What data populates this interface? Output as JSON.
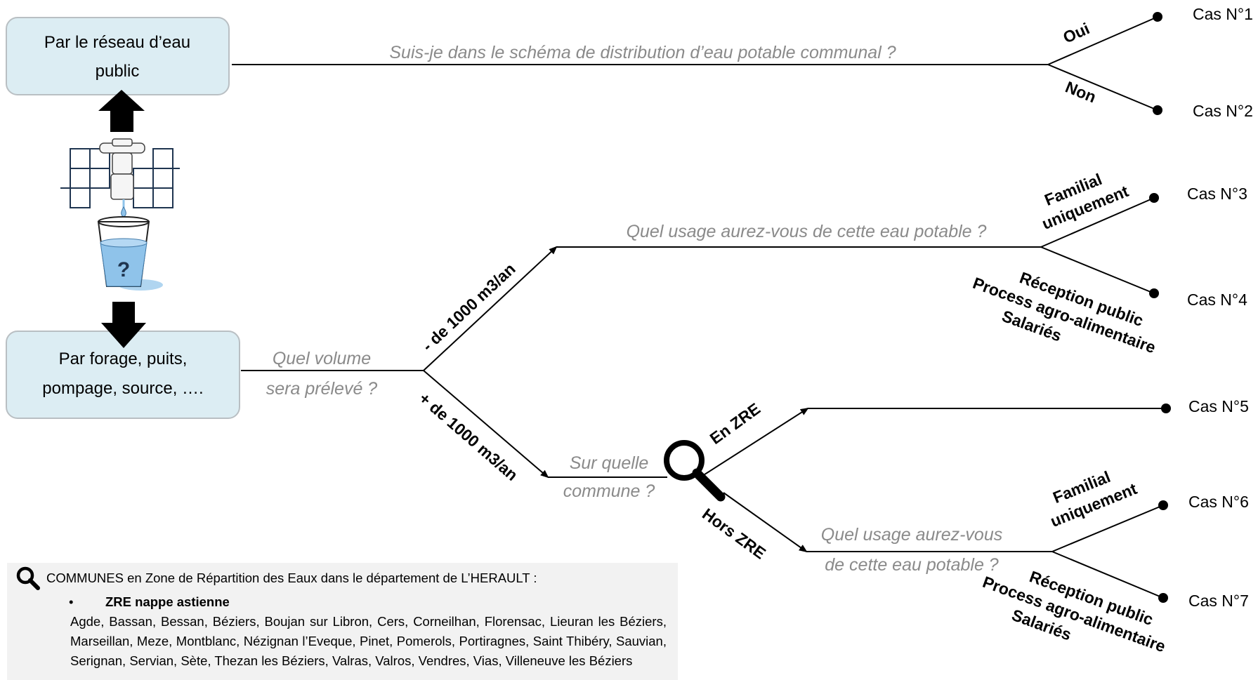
{
  "boxes": {
    "public_network": [
      "Par le réseau d’eau",
      "public"
    ],
    "private_source": [
      "Par forage, puits,",
      "pompage, source, …."
    ]
  },
  "questions": {
    "schema": "Suis-je dans le schéma de distribution d’eau potable communal ?",
    "volume": [
      "Quel volume",
      "sera prélevé ?"
    ],
    "usage_small": "Quel usage aurez-vous de cette eau potable ?",
    "commune": [
      "Sur quelle",
      "commune ?"
    ],
    "usage_hors": [
      "Quel usage aurez-vous",
      "de cette eau potable ?"
    ]
  },
  "branches": {
    "oui": "Oui",
    "non": "Non",
    "moins_1000": "- de 1000 m3/an",
    "plus_1000": "+ de 1000 m3/an",
    "familial": [
      "Familial",
      "uniquement"
    ],
    "reception": [
      "Réception public",
      "Process agro-alimentaire",
      "Salariés"
    ],
    "en_zre": "En ZRE",
    "hors_zre": "Hors ZRE"
  },
  "cases": [
    "Cas N°1",
    "Cas N°2",
    "Cas N°3",
    "Cas N°4",
    "Cas N°5",
    "Cas N°6",
    "Cas N°7"
  ],
  "faucet_mark": "?",
  "info": {
    "title": "COMMUNES en Zone de Répartition des Eaux dans le département de L’HERAULT :",
    "bullet_symbol": "•",
    "bullet": "ZRE nappe astienne",
    "communes": "Agde, Bassan, Bessan, Béziers, Boujan sur Libron, Cers, Corneilhan, Florensac, Lieuran les Béziers, Marseillan, Meze, Montblanc, Nézignan l’Eveque, Pinet, Pomerols, Portiragnes, Saint Thibéry, Sauvian, Serignan, Servian, Sète, Thezan les Béziers, Valras, Valros, Vendres, Vias, Villeneuve les Béziers"
  },
  "colors": {
    "box_fill": "#dcedf3",
    "box_stroke": "#b9bfc3",
    "question_text": "#8a8a8a",
    "water": "#8fc3ea"
  }
}
